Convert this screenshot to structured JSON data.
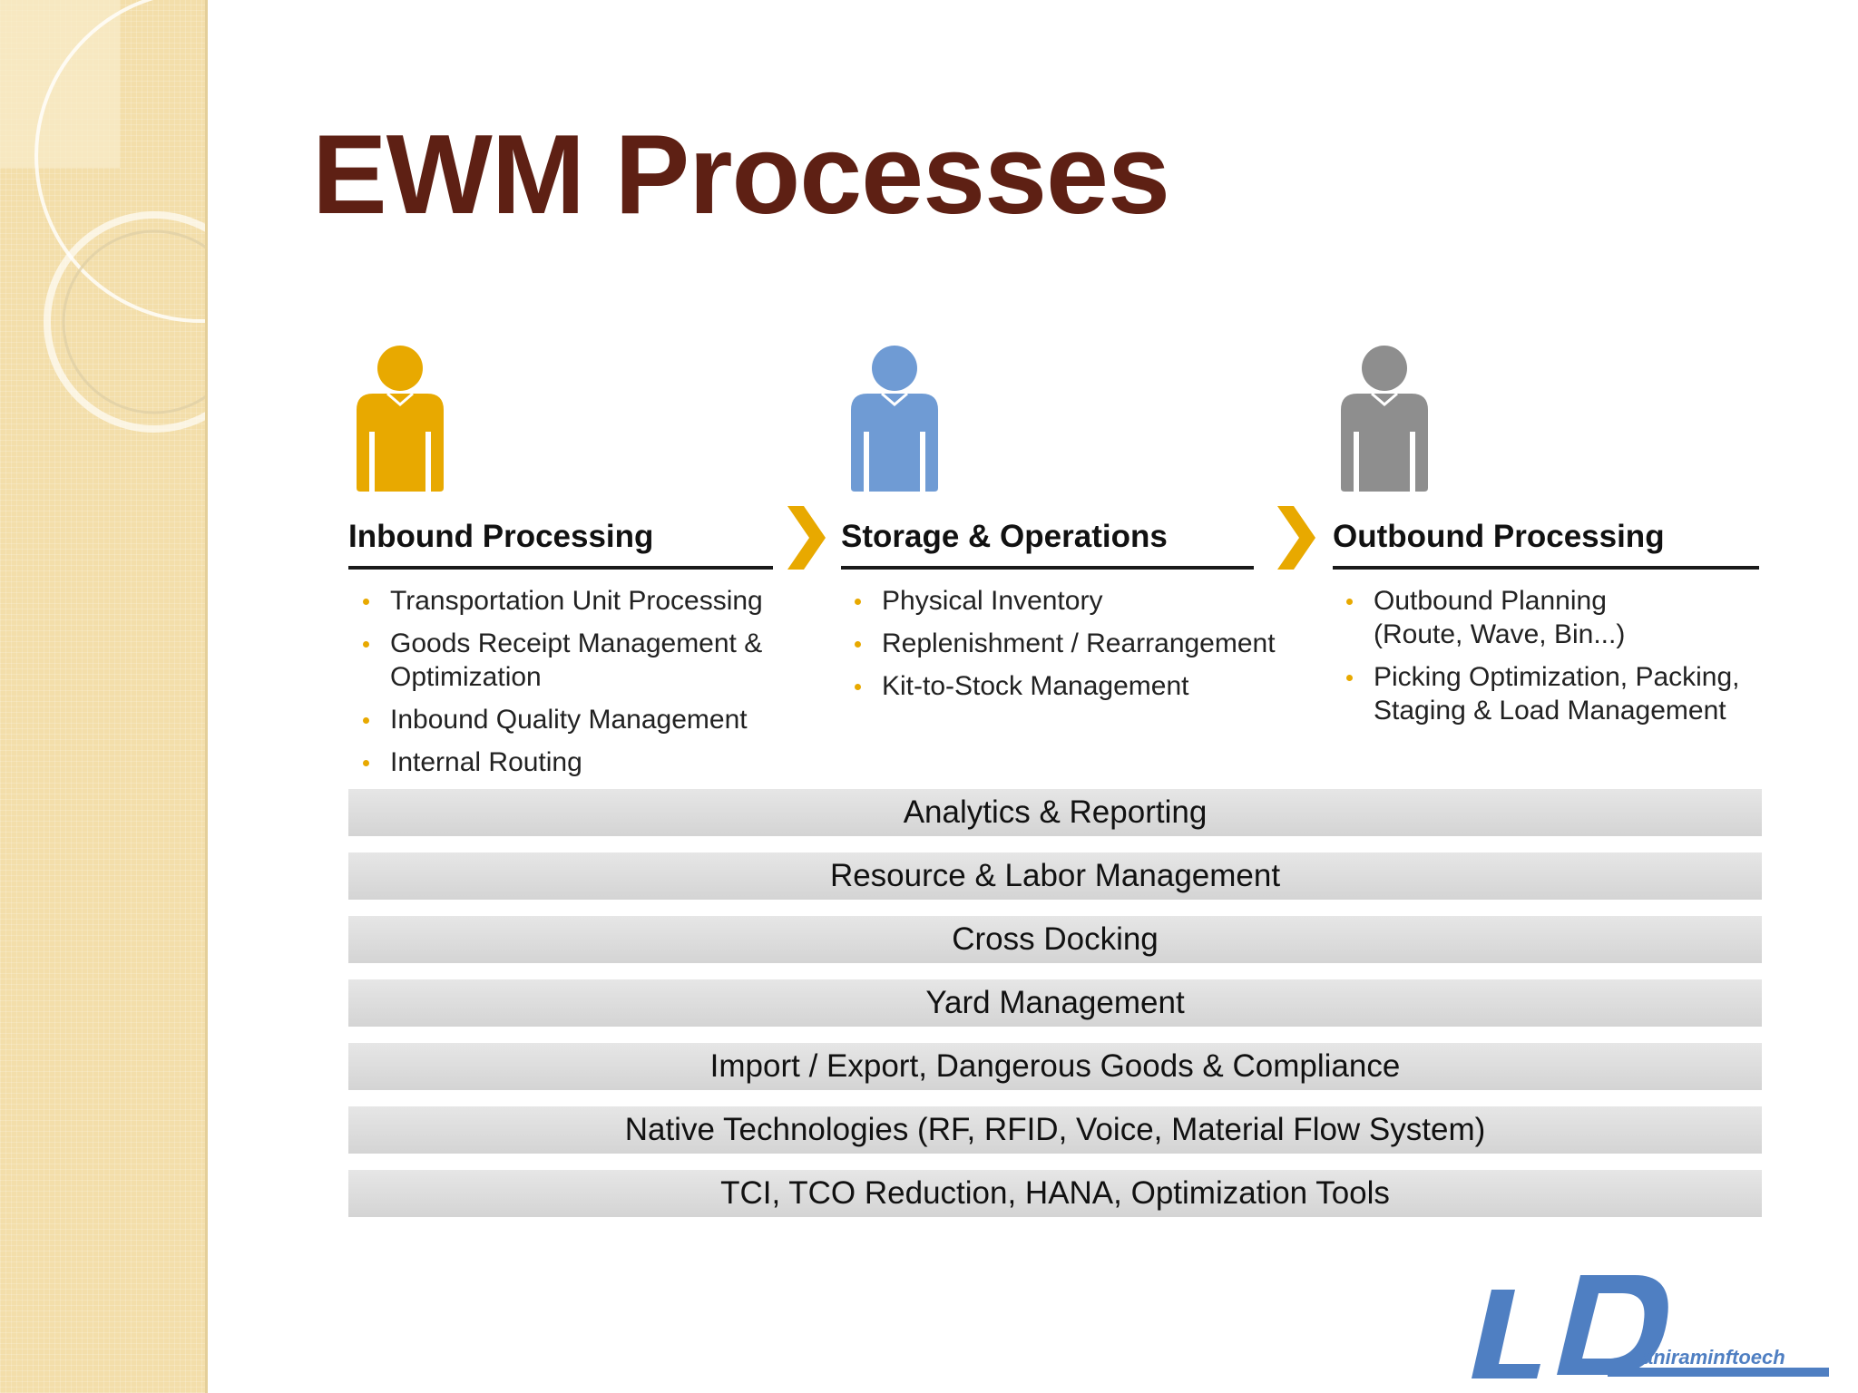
{
  "slide": {
    "title": "EWM Processes"
  },
  "stages": [
    {
      "heading": "Inbound Processing",
      "figure_color": "#e8a900",
      "items": [
        "Transportation Unit Processing",
        "Goods Receipt Management & Optimization",
        "Inbound Quality Management",
        "Internal Routing"
      ]
    },
    {
      "heading": "Storage & Operations",
      "figure_color": "#6f9bd4",
      "items": [
        "Physical Inventory",
        "Replenishment / Rearrangement",
        "Kit-to-Stock Management"
      ]
    },
    {
      "heading": "Outbound Processing",
      "figure_color": "#8e8e8e",
      "items": [
        "Outbound Planning (Route, Wave, Bin...)",
        "Picking Optimization, Packing, Staging & Load Management"
      ]
    }
  ],
  "bars": [
    "Analytics & Reporting",
    "Resource & Labor Management",
    "Cross Docking",
    "Yard Management",
    "Import / Export, Dangerous Goods & Compliance",
    "Native Technologies (RF, RFID, Voice, Material Flow System)",
    "TCI, TCO Reduction, HANA, Optimization Tools"
  ],
  "logo": {
    "text": "aniraminftoech",
    "color": "#4f7fc2"
  },
  "colors": {
    "title": "#5e2014",
    "chevron": "#e8a900",
    "bullet": "#e8a900",
    "side_band": "#f3deaa"
  }
}
